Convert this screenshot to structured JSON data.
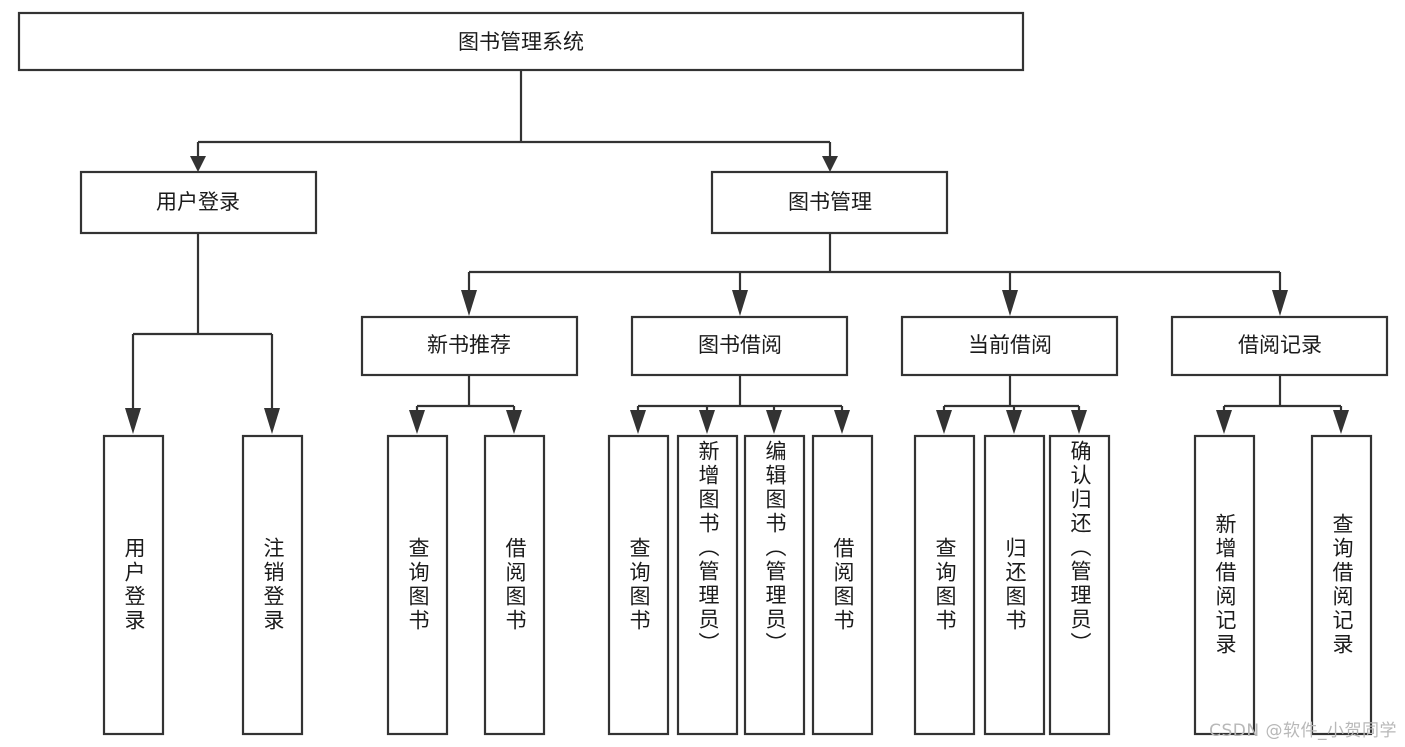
{
  "diagram": {
    "type": "tree-hierarchy-flowchart",
    "title": "图书管理系统",
    "root": {
      "id": "root",
      "label": "图书管理系统"
    },
    "level2": [
      {
        "id": "user-login",
        "label": "用户登录"
      },
      {
        "id": "book-manage",
        "label": "图书管理"
      }
    ],
    "level3": [
      {
        "id": "new-book-recommend",
        "label": "新书推荐"
      },
      {
        "id": "book-borrow",
        "label": "图书借阅"
      },
      {
        "id": "current-borrow",
        "label": "当前借阅"
      },
      {
        "id": "borrow-record",
        "label": "借阅记录"
      }
    ],
    "leaves": [
      {
        "id": "leaf-user-login",
        "label": "用户登录",
        "parent": "user-login",
        "align": "center"
      },
      {
        "id": "leaf-logout-login",
        "label": "注销登录",
        "parent": "user-login",
        "align": "center"
      },
      {
        "id": "leaf-query-book-1",
        "label": "查询图书",
        "parent": "new-book-recommend",
        "align": "center"
      },
      {
        "id": "leaf-borrow-book-1",
        "label": "借阅图书",
        "parent": "new-book-recommend",
        "align": "center"
      },
      {
        "id": "leaf-query-book-2",
        "label": "查询图书",
        "parent": "book-borrow",
        "align": "center"
      },
      {
        "id": "leaf-add-book-admin",
        "label": "新增图书（管理员）",
        "parent": "book-borrow",
        "align": "top"
      },
      {
        "id": "leaf-edit-book-admin",
        "label": "编辑图书（管理员）",
        "parent": "book-borrow",
        "align": "top"
      },
      {
        "id": "leaf-borrow-book-2",
        "label": "借阅图书",
        "parent": "book-borrow",
        "align": "center"
      },
      {
        "id": "leaf-query-book-3",
        "label": "查询图书",
        "parent": "current-borrow",
        "align": "center"
      },
      {
        "id": "leaf-return-book",
        "label": "归还图书",
        "parent": "current-borrow",
        "align": "center"
      },
      {
        "id": "leaf-confirm-return-admin",
        "label": "确认归还（管理员）",
        "parent": "current-borrow",
        "align": "top"
      },
      {
        "id": "leaf-add-borrow-record",
        "label": "新增借阅记录",
        "parent": "borrow-record",
        "align": "center"
      },
      {
        "id": "leaf-query-borrow-record",
        "label": "查询借阅记录",
        "parent": "borrow-record",
        "align": "center"
      }
    ]
  },
  "watermark": {
    "text": "CSDN @软件_小贺同学"
  },
  "colors": {
    "stroke": "#333333",
    "box_fill": "#ffffff",
    "text": "#1b1b1b",
    "watermark": "#b8b8b8",
    "background": "#ffffff"
  }
}
